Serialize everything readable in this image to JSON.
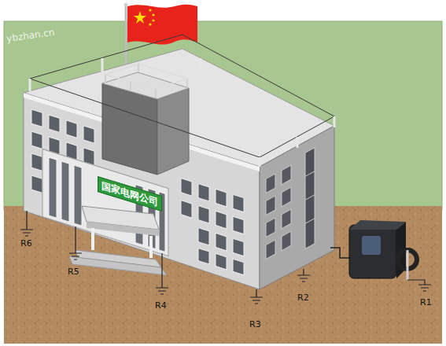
{
  "diagram": {
    "nodes": [
      {
        "text": [
          "国家电网公司"
        ]
      }
    ],
    "labels": [
      "ybzhan.cn",
      "R6",
      "R5",
      "R4",
      "R3",
      "R2",
      "R1"
    ]
  }
}
